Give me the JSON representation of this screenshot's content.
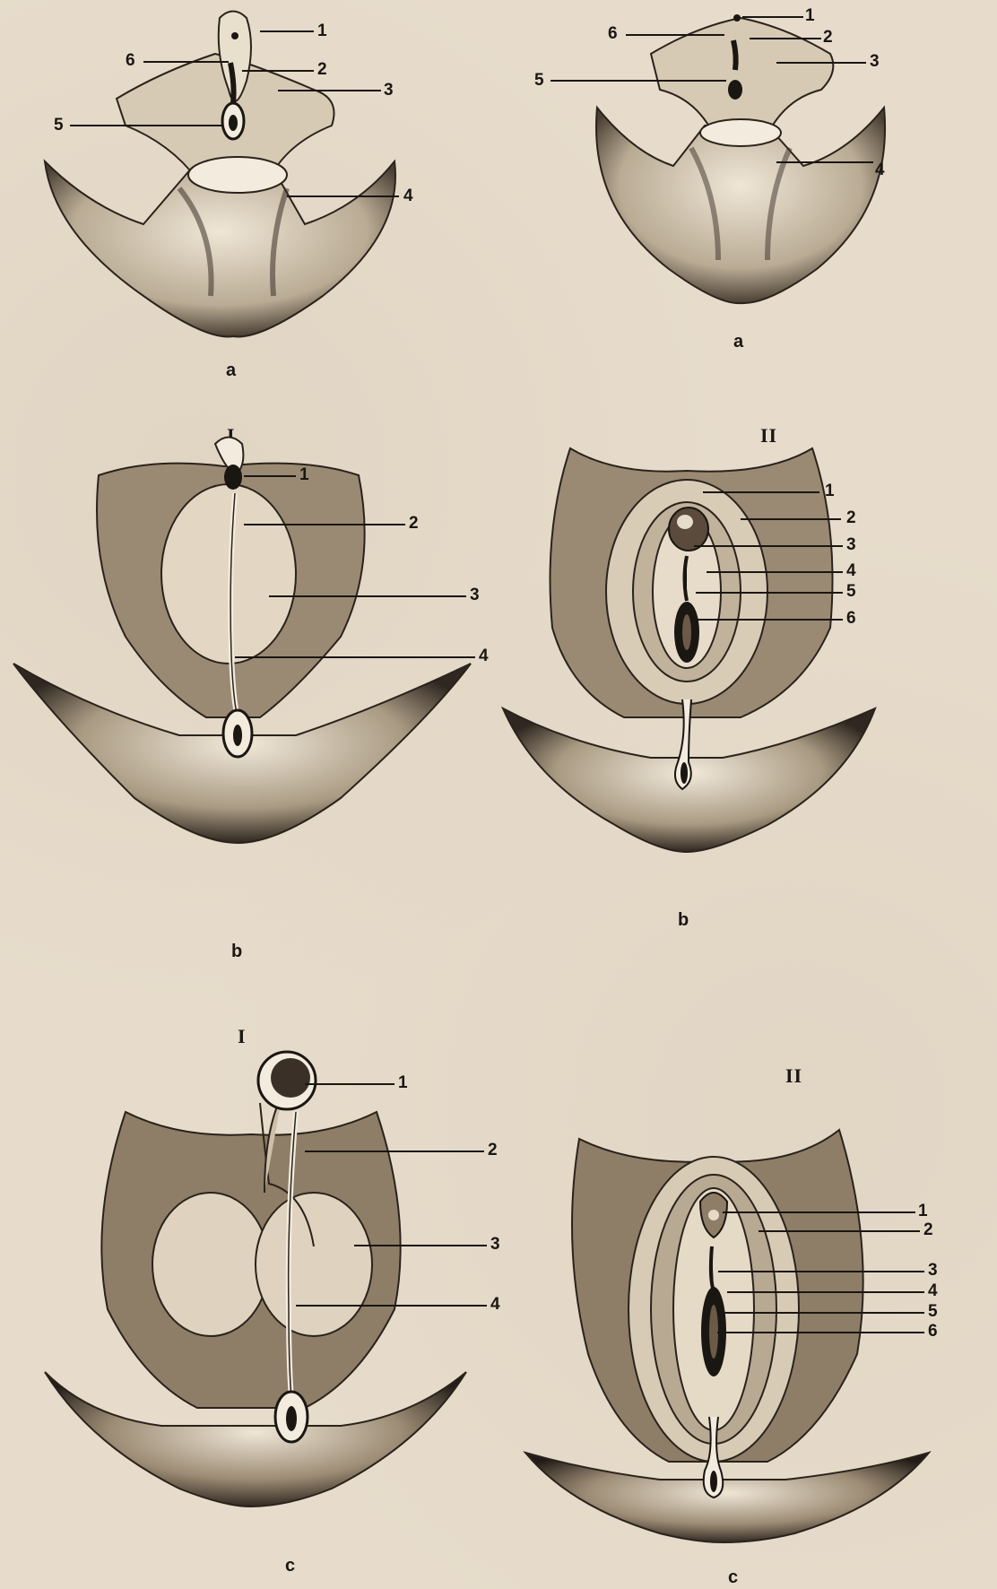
{
  "figure": {
    "columns": [
      {
        "roman": "I"
      },
      {
        "roman": "II"
      }
    ],
    "panels": [
      {
        "letter": "a",
        "column": "I",
        "callouts": [
          "1",
          "2",
          "3",
          "4",
          "5",
          "6"
        ]
      },
      {
        "letter": "a",
        "column": "II",
        "callouts": [
          "1",
          "2",
          "3",
          "4",
          "5",
          "6"
        ]
      },
      {
        "letter": "b",
        "column": "I",
        "callouts": [
          "1",
          "2",
          "3",
          "4"
        ]
      },
      {
        "letter": "b",
        "column": "II",
        "callouts": [
          "1",
          "2",
          "3",
          "4",
          "5",
          "6"
        ]
      },
      {
        "letter": "c",
        "column": "I",
        "callouts": [
          "1",
          "2",
          "3",
          "4"
        ]
      },
      {
        "letter": "c",
        "column": "II",
        "callouts": [
          "1",
          "2",
          "3",
          "4",
          "5",
          "6"
        ]
      }
    ]
  }
}
